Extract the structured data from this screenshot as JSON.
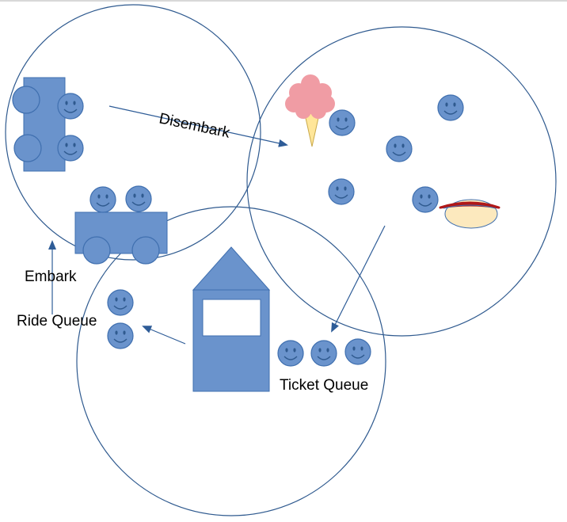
{
  "labels": {
    "disembark": "Disembark",
    "embark": "Embark",
    "ride_queue": "Ride Queue",
    "ticket_queue": "Ticket Queue"
  },
  "colors": {
    "shape_fill": "#6A93CC",
    "shape_stroke": "#3F6FAF",
    "circle_stroke": "#2F5A8F",
    "arrow": "#2E5C97",
    "cotton_candy": "#F09CA4",
    "cone": "#FFE699",
    "bun": "#FCE9BE",
    "sausage": "#E02020"
  },
  "icons": [
    "smiley-face-icon",
    "ride-car-icon",
    "ticket-booth-icon",
    "ice-cream-icon",
    "hot-dog-icon"
  ]
}
